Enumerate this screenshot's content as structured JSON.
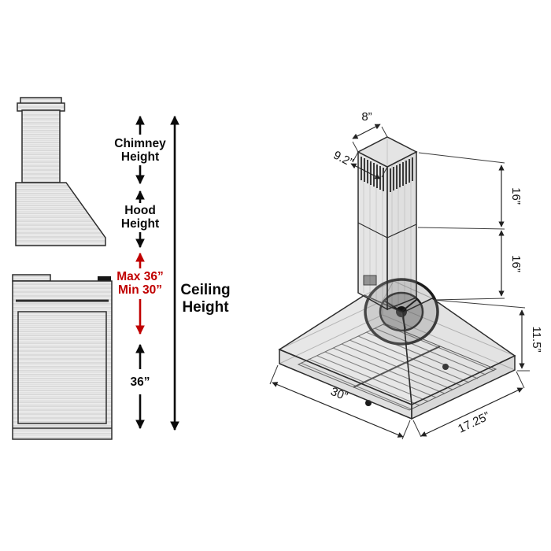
{
  "colors": {
    "red_accent": "#c00000",
    "ink": "#0a0a0a"
  },
  "left_diagram": {
    "chimney_height": {
      "line1": "Chimney",
      "line2": "Height"
    },
    "hood_height": {
      "line1": "Hood",
      "line2": "Height"
    },
    "mount_clearance": {
      "max": "Max 36”",
      "min": "Min 30”"
    },
    "range_height": "36”",
    "ceiling_height": {
      "line1": "Ceiling",
      "line2": "Height"
    }
  },
  "iso_drawing": {
    "dimensions": {
      "chimney_width": "8”",
      "chimney_depth": "9.2”",
      "upper_chimney_height": "16”",
      "lower_chimney_height": "16”",
      "hood_body_height": "11.5”",
      "hood_width": "30”",
      "hood_depth": "17.25”"
    }
  }
}
